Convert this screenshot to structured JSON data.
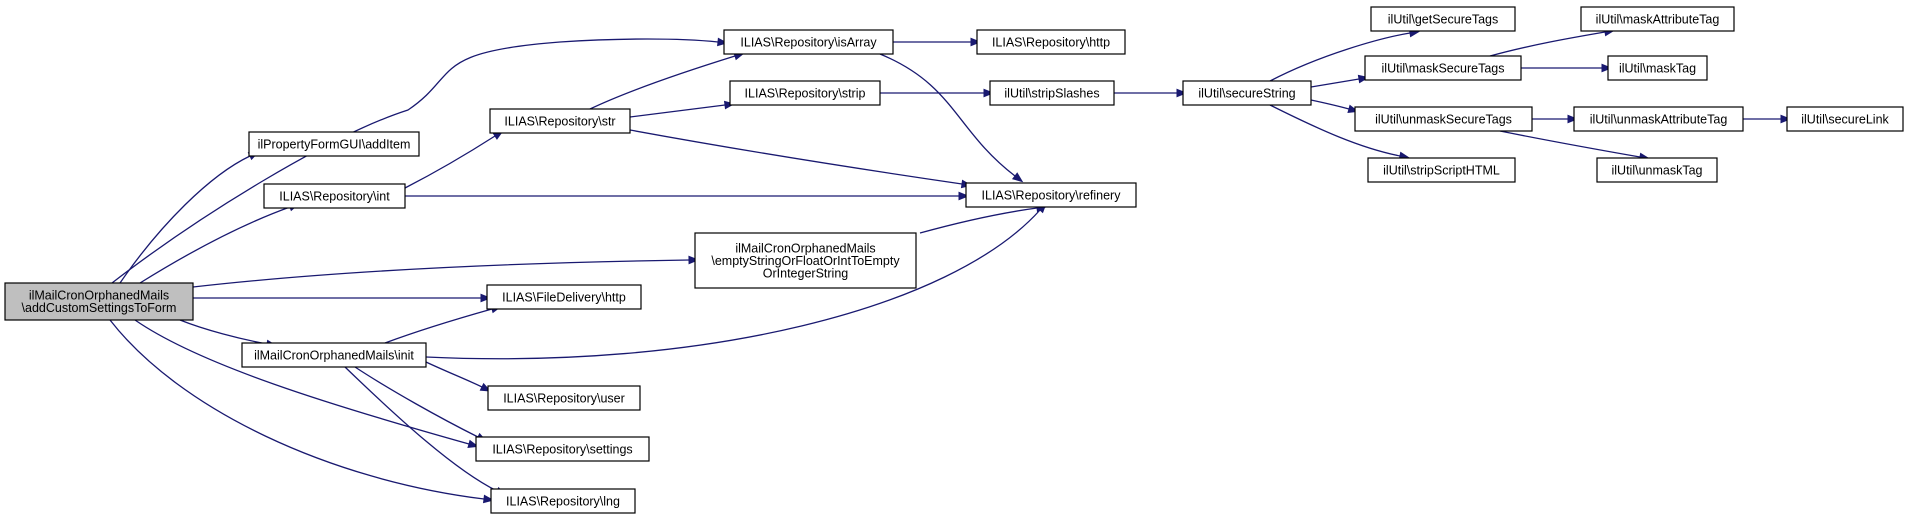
{
  "diagram": {
    "type": "call-graph",
    "root": "addcustom",
    "nodes": [
      {
        "id": "addcustom",
        "lines": [
          "ilMailCronOrphanedMails",
          "\\addCustomSettingsToForm"
        ]
      },
      {
        "id": "additem",
        "lines": [
          "ilPropertyFormGUI\\addItem"
        ]
      },
      {
        "id": "int",
        "lines": [
          "ILIAS\\Repository\\int"
        ]
      },
      {
        "id": "str",
        "lines": [
          "ILIAS\\Repository\\str"
        ]
      },
      {
        "id": "isarray",
        "lines": [
          "ILIAS\\Repository\\isArray"
        ]
      },
      {
        "id": "rhttp",
        "lines": [
          "ILIAS\\Repository\\http"
        ]
      },
      {
        "id": "strip",
        "lines": [
          "ILIAS\\Repository\\strip"
        ]
      },
      {
        "id": "refinery",
        "lines": [
          "ILIAS\\Repository\\refinery"
        ]
      },
      {
        "id": "emptystr",
        "lines": [
          "ilMailCronOrphanedMails",
          "\\emptyStringOrFloatOrIntToEmpty",
          "OrIntegerString"
        ]
      },
      {
        "id": "fdhttp",
        "lines": [
          "ILIAS\\FileDelivery\\http"
        ]
      },
      {
        "id": "init",
        "lines": [
          "ilMailCronOrphanedMails\\init"
        ]
      },
      {
        "id": "user",
        "lines": [
          "ILIAS\\Repository\\user"
        ]
      },
      {
        "id": "settings",
        "lines": [
          "ILIAS\\Repository\\settings"
        ]
      },
      {
        "id": "lng",
        "lines": [
          "ILIAS\\Repository\\lng"
        ]
      },
      {
        "id": "stripslashes",
        "lines": [
          "ilUtil\\stripSlashes"
        ]
      },
      {
        "id": "securestring",
        "lines": [
          "ilUtil\\secureString"
        ]
      },
      {
        "id": "getsecuretags",
        "lines": [
          "ilUtil\\getSecureTags"
        ]
      },
      {
        "id": "masksecuretags",
        "lines": [
          "ilUtil\\maskSecureTags"
        ]
      },
      {
        "id": "unmasksecuretags",
        "lines": [
          "ilUtil\\unmaskSecureTags"
        ]
      },
      {
        "id": "stripscripthtml",
        "lines": [
          "ilUtil\\stripScriptHTML"
        ]
      },
      {
        "id": "maskattributetag",
        "lines": [
          "ilUtil\\maskAttributeTag"
        ]
      },
      {
        "id": "masktag",
        "lines": [
          "ilUtil\\maskTag"
        ]
      },
      {
        "id": "unmaskattributetag",
        "lines": [
          "ilUtil\\unmaskAttributeTag"
        ]
      },
      {
        "id": "unmasktag",
        "lines": [
          "ilUtil\\unmaskTag"
        ]
      },
      {
        "id": "securelink",
        "lines": [
          "ilUtil\\secureLink"
        ]
      }
    ],
    "edges": [
      {
        "from": "addcustom",
        "to": "additem"
      },
      {
        "from": "addcustom",
        "to": "int"
      },
      {
        "from": "addcustom",
        "to": "isarray"
      },
      {
        "from": "addcustom",
        "to": "emptystr"
      },
      {
        "from": "addcustom",
        "to": "fdhttp"
      },
      {
        "from": "addcustom",
        "to": "init"
      },
      {
        "from": "addcustom",
        "to": "settings"
      },
      {
        "from": "addcustom",
        "to": "lng"
      },
      {
        "from": "int",
        "to": "str"
      },
      {
        "from": "int",
        "to": "refinery"
      },
      {
        "from": "str",
        "to": "isarray"
      },
      {
        "from": "str",
        "to": "strip"
      },
      {
        "from": "str",
        "to": "refinery"
      },
      {
        "from": "isarray",
        "to": "rhttp"
      },
      {
        "from": "isarray",
        "to": "refinery"
      },
      {
        "from": "strip",
        "to": "stripslashes"
      },
      {
        "from": "stripslashes",
        "to": "securestring"
      },
      {
        "from": "securestring",
        "to": "getsecuretags"
      },
      {
        "from": "securestring",
        "to": "masksecuretags"
      },
      {
        "from": "securestring",
        "to": "unmasksecuretags"
      },
      {
        "from": "securestring",
        "to": "stripscripthtml"
      },
      {
        "from": "masksecuretags",
        "to": "maskattributetag"
      },
      {
        "from": "masksecuretags",
        "to": "masktag"
      },
      {
        "from": "unmasksecuretags",
        "to": "unmaskattributetag"
      },
      {
        "from": "unmasksecuretags",
        "to": "unmasktag"
      },
      {
        "from": "unmaskattributetag",
        "to": "securelink"
      },
      {
        "from": "emptystr",
        "to": "refinery"
      },
      {
        "from": "init",
        "to": "fdhttp"
      },
      {
        "from": "init",
        "to": "refinery"
      },
      {
        "from": "init",
        "to": "user"
      },
      {
        "from": "init",
        "to": "settings"
      },
      {
        "from": "init",
        "to": "lng"
      }
    ]
  },
  "colors": {
    "edge": "#191970",
    "node_border": "#000000",
    "root_fill": "#bfbfbf",
    "node_fill": "#ffffff"
  }
}
